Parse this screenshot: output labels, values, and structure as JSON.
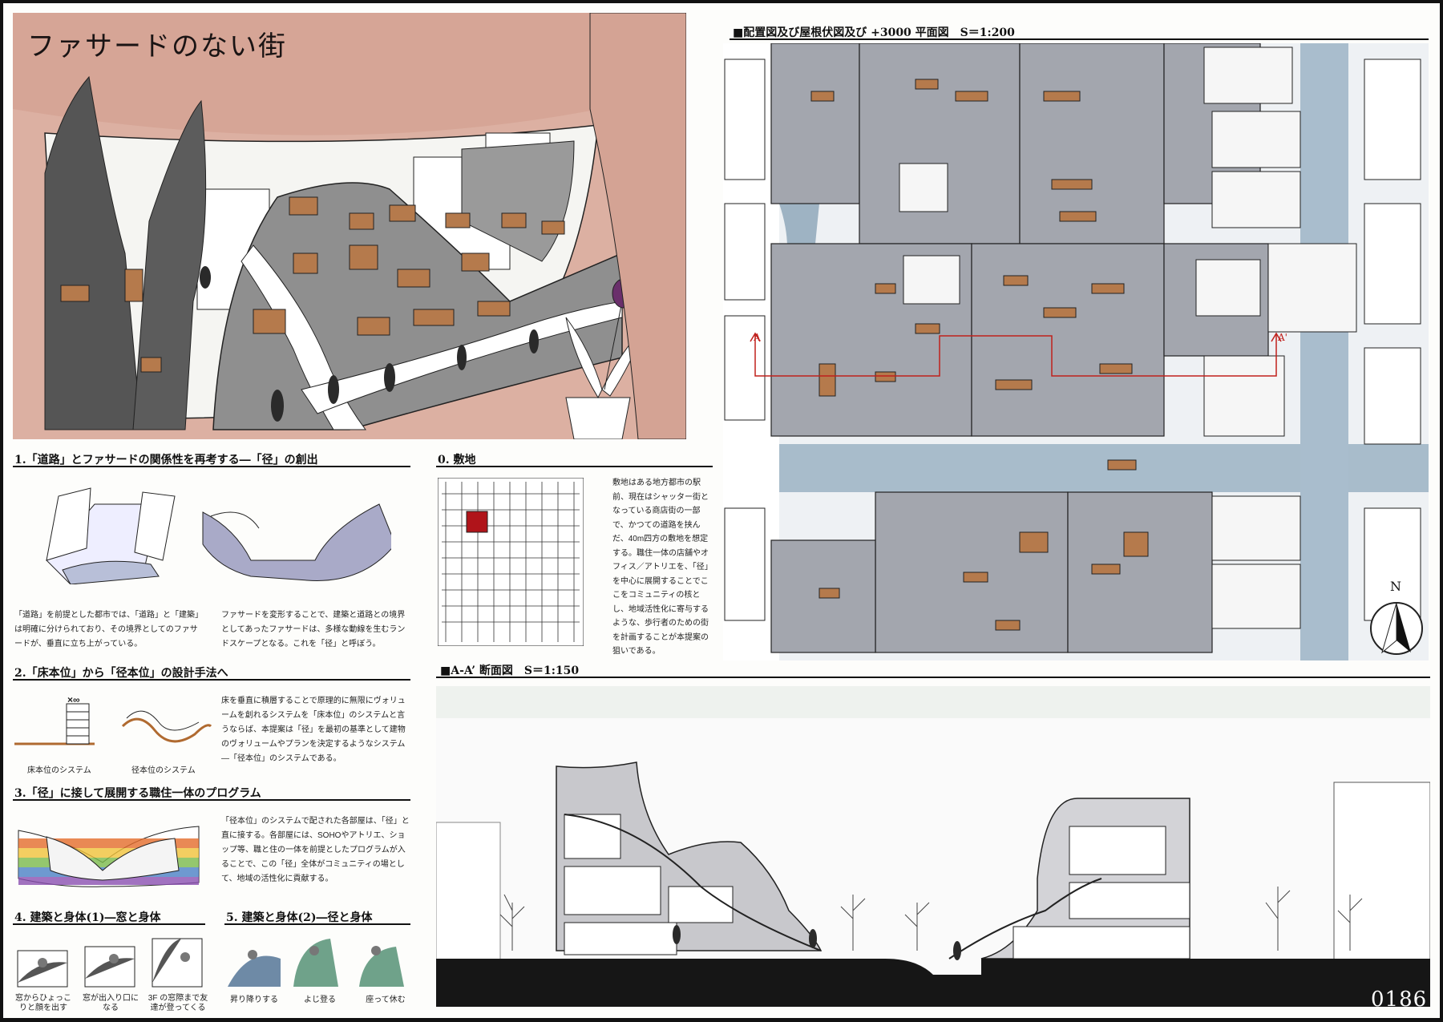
{
  "colors": {
    "wall": "#d8a99a",
    "gray": "#9b9b9b",
    "street": "#9bb2c2",
    "accent_red": "#c0201c",
    "ground": "#161616"
  },
  "hero": {
    "title": "ファサードのない街"
  },
  "section1": {
    "heading": "1.「道路」とファサードの関係性を再考する―「径」の創出",
    "caption_left": "「道路」を前提とした都市では、「道路」と「建築」は明確に分けられており、その境界としてのファサードが、垂直に立ち上がっている。",
    "caption_right": "ファサードを変形することで、建築と道路との境界としてあったファサードは、多様な動線を生むランドスケープとなる。これを「径」と呼ぼう。"
  },
  "section0": {
    "heading": "0. 敷地",
    "text": "敷地はある地方都市の駅前、現在はシャッター街となっている商店街の一部で、かつての道路を挟んだ、40m四方の敷地を想定する。職住一体の店舗やオフィス／アトリエを、「径」を中心に展開することでここをコミュニティの核とし、地域活性化に寄与するような、歩行者のための街を計画することが本提案の狙いである。"
  },
  "section2": {
    "heading": "2.「床本位」から「径本位」の設計手法へ",
    "label_infinity": "×∞",
    "caption_left": "床本位のシステム",
    "caption_right": "径本位のシステム",
    "text": "床を垂直に積層することで原理的に無限にヴォリュームを創れるシステムを「床本位」のシステムと言うならば、本提案は「径」を最初の基準として建物のヴォリュームやプランを決定するようなシステム―「径本位」のシステムである。"
  },
  "section3": {
    "heading": "3.「径」に接して展開する職住一体のプログラム",
    "text": "「径本位」のシステムで配された各部屋は、「径」と直に接する。各部屋には、SOHOやアトリエ、ショップ等、職と住の一体を前提としたプログラムが入ることで、この「径」全体がコミュニティの場として、地域の活性化に貢献する。"
  },
  "section4": {
    "heading": "4. 建築と身体(1)―窓と身体",
    "captions": [
      "窓からひょっこりと顔を出す",
      "窓が出入り口になる",
      "3F の窓際まで友達が登ってくる"
    ]
  },
  "section5": {
    "heading": "5. 建築と身体(2)―径と身体",
    "captions": [
      "昇り降りする",
      "よじ登る",
      "座って休む"
    ]
  },
  "plan": {
    "heading": "■配置図及び屋根伏図及び +3000 平面図　S＝1:200",
    "label_a": "A",
    "label_a_prime": "A'",
    "north": "N"
  },
  "section_drawing": {
    "heading": "■A-A’ 断面図　S＝1:150",
    "sheet_number": "0186"
  }
}
